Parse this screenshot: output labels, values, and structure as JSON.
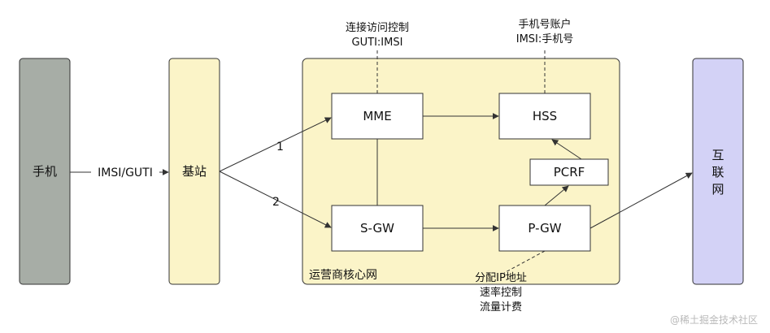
{
  "nodes": {
    "phone": "手机",
    "base_station": "基站",
    "mme": "MME",
    "hss": "HSS",
    "pcrf": "PCRF",
    "sgw": "S-GW",
    "pgw": "P-GW",
    "internet": [
      "互",
      "联",
      "网"
    ]
  },
  "edges": {
    "phone_to_base": "IMSI/GUTI",
    "path_1": "1",
    "path_2": "2"
  },
  "notes": {
    "mme_note": [
      "连接访问控制",
      "GUTI:IMSI"
    ],
    "hss_note": [
      "手机号账户",
      "IMSI:手机号"
    ],
    "pgw_note": [
      "分配IP地址",
      "速率控制",
      "流量计费"
    ]
  },
  "core_network_label": "运营商核心网",
  "watermark": "@稀土掘金技术社区",
  "colors": {
    "phone_fill": "#a7ada6",
    "base_fill": "#fbf4c8",
    "core_fill": "#fbf4c8",
    "internet_fill": "#d3d2f6",
    "stroke": "#333333"
  }
}
